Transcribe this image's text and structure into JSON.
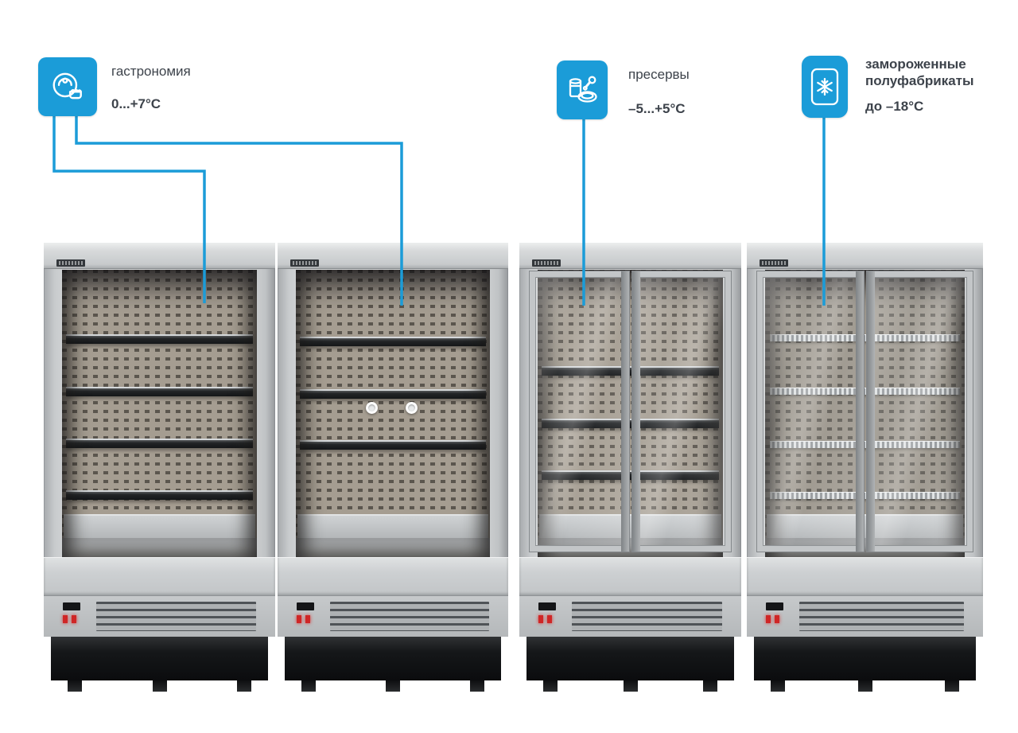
{
  "page": {
    "background": "#ffffff",
    "accent": "#1b9cd8",
    "text_color": "#3d434b"
  },
  "annotations": [
    {
      "icon": "deli-plate-icon",
      "label": "гастрономия",
      "temp": "0...+7°С"
    },
    {
      "icon": "canned-food-icon",
      "label": "пресервы",
      "temp": "–5...+5°С"
    },
    {
      "icon": "frozen-package-icon",
      "label": "замороженные полуфабрикаты",
      "temp": "до –18°С"
    }
  ],
  "cabinets": [
    {
      "type": "open multideck display case",
      "category": "гастрономия"
    },
    {
      "type": "open multideck display case",
      "category": "гастрономия"
    },
    {
      "type": "glass door display case",
      "category": "пресервы"
    },
    {
      "type": "glass door freezer case",
      "category": "замороженные полуфабрикаты"
    }
  ]
}
